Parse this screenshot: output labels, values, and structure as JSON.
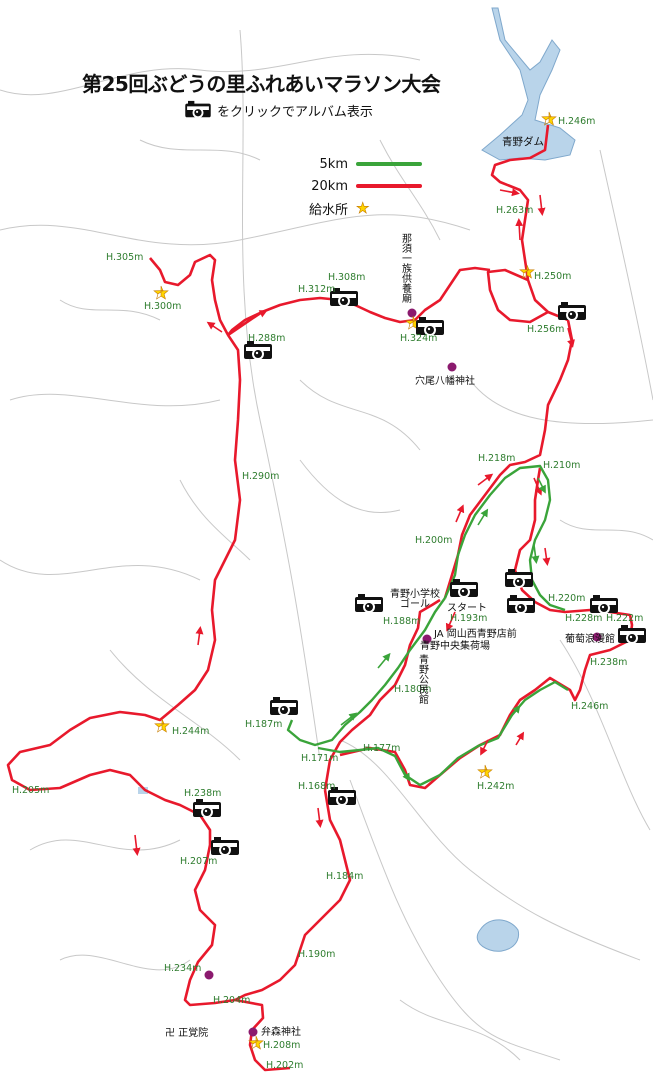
{
  "header": {
    "title": "第25回ぶどうの里ふれあいマラソン大会",
    "subtitle": "をクリックでアルバム表示"
  },
  "legend": {
    "label_5km": "5km",
    "label_20km": "20km",
    "label_water": "給水所",
    "color_5km": "#3aa43a",
    "color_20km": "#e8192c",
    "color_water": "#ffd400"
  },
  "colors": {
    "water_body": "#b9d4ea",
    "road": "#c8c8c8",
    "landmark": "#8b1a6e",
    "elevation_label": "#2f7d2f"
  },
  "elevations": [
    "H.246m",
    "H.263m",
    "H.250m",
    "H.256m",
    "H.305m",
    "H.300m",
    "H.312m",
    "H.308m",
    "H.324m",
    "H.288m",
    "H.290m",
    "H.218m",
    "H.210m",
    "H.200m",
    "H.188m",
    "H.193m",
    "H.220m",
    "H.228m",
    "H.222m",
    "H.238m",
    "H.246m",
    "H.180m",
    "H.187m",
    "H.177m",
    "H.171m",
    "H.168m",
    "H.242m",
    "H.244m",
    "H.205m",
    "H.238m",
    "H.207m",
    "H.184m",
    "H.190m",
    "H.234m",
    "H.204m",
    "H.208m",
    "H.202m"
  ],
  "places": {
    "dam": "青野ダム",
    "shrine_top": "那須一族供養廟",
    "anao": "穴尾八幡神社",
    "school": "青野小学校",
    "goal": "ゴール",
    "start": "スタート",
    "ja": "JA 岡山西青野店前",
    "shuka": "青野中央集荷場",
    "kominkan": "青野公民館",
    "budokan": "葡萄浪漫館",
    "temple": "卍 正覚院",
    "bentomori": "弁森神社"
  },
  "icons": {
    "camera": "camera-icon",
    "water_station": "star-icon",
    "landmark": "dot-icon",
    "direction": "arrow-icon"
  }
}
